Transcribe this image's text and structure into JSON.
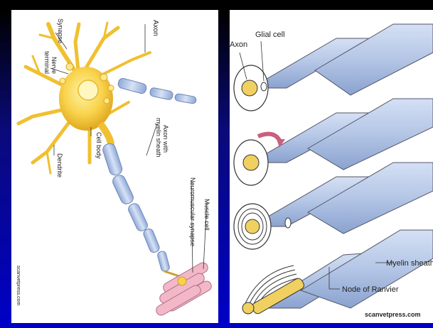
{
  "left_panel": {
    "labels": {
      "synapse": "Synapse",
      "axon": "Axon",
      "nerve_terminal_1": "Nerve",
      "nerve_terminal_2": "terminal",
      "cell_body": "Cell body",
      "dendrite": "Dendrite",
      "axon_myelin_1": "Axon with",
      "axon_myelin_2": "myelin sheath",
      "neuromuscular": "Neuromuscular synapse",
      "muscle_cell": "Muscle cell"
    },
    "credit": "scanvetpress.com"
  },
  "right_panel": {
    "labels": {
      "axon": "Axon",
      "glial_cell": "Glial cell",
      "myelin_sheath": "Myelin sheath",
      "node_of_ranvier": "Node of Ranvier"
    },
    "credit": "scanvetpress.com"
  },
  "colors": {
    "neuron_yellow": "#f8d24a",
    "myelin_blue": "#b4c6e6",
    "axon_gold": "#f0d060",
    "muscle_pink": "#f2b8c8",
    "background_blue": "#0000c8"
  }
}
